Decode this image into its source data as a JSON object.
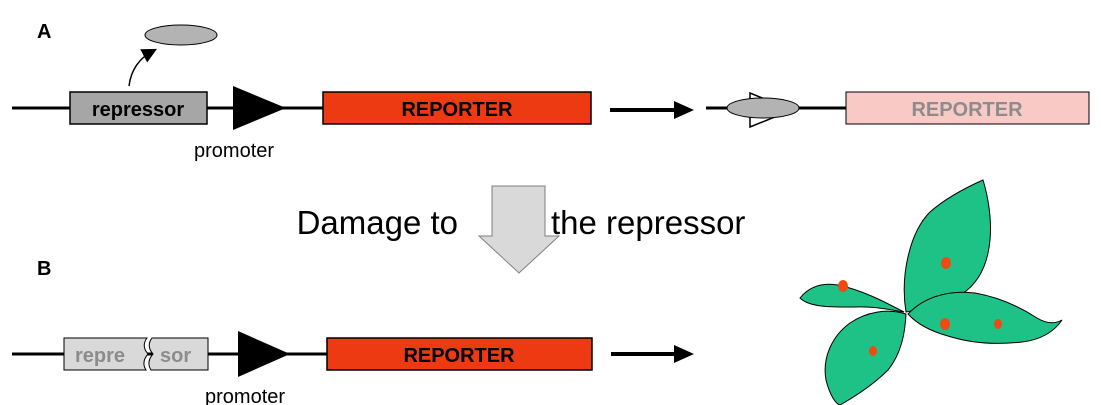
{
  "panels": {
    "a": "A",
    "b": "B"
  },
  "genes": {
    "repressor": "repressor",
    "repressor_broken_left": "repre",
    "repressor_broken_right": "sor",
    "reporter": "REPORTER",
    "reporter_off": "REPORTER",
    "promoter": "promoter"
  },
  "transition": {
    "left": "Damage to",
    "right": "the repressor"
  },
  "colors": {
    "repressor_fill": "#a6a6a6",
    "repressor_broken_fill": "#d9d9d9",
    "repressor_broken_text": "#8c8c8c",
    "reporter_fill": "#ee3a12",
    "reporter_off_fill": "#f9c9c6",
    "reporter_off_text": "#8c8c8c",
    "protein_fill": "#b3b3b3",
    "leaf_fill": "#1ec287",
    "spot_fill": "#ee4a12",
    "arrow_fill": "#d9d9d9"
  }
}
